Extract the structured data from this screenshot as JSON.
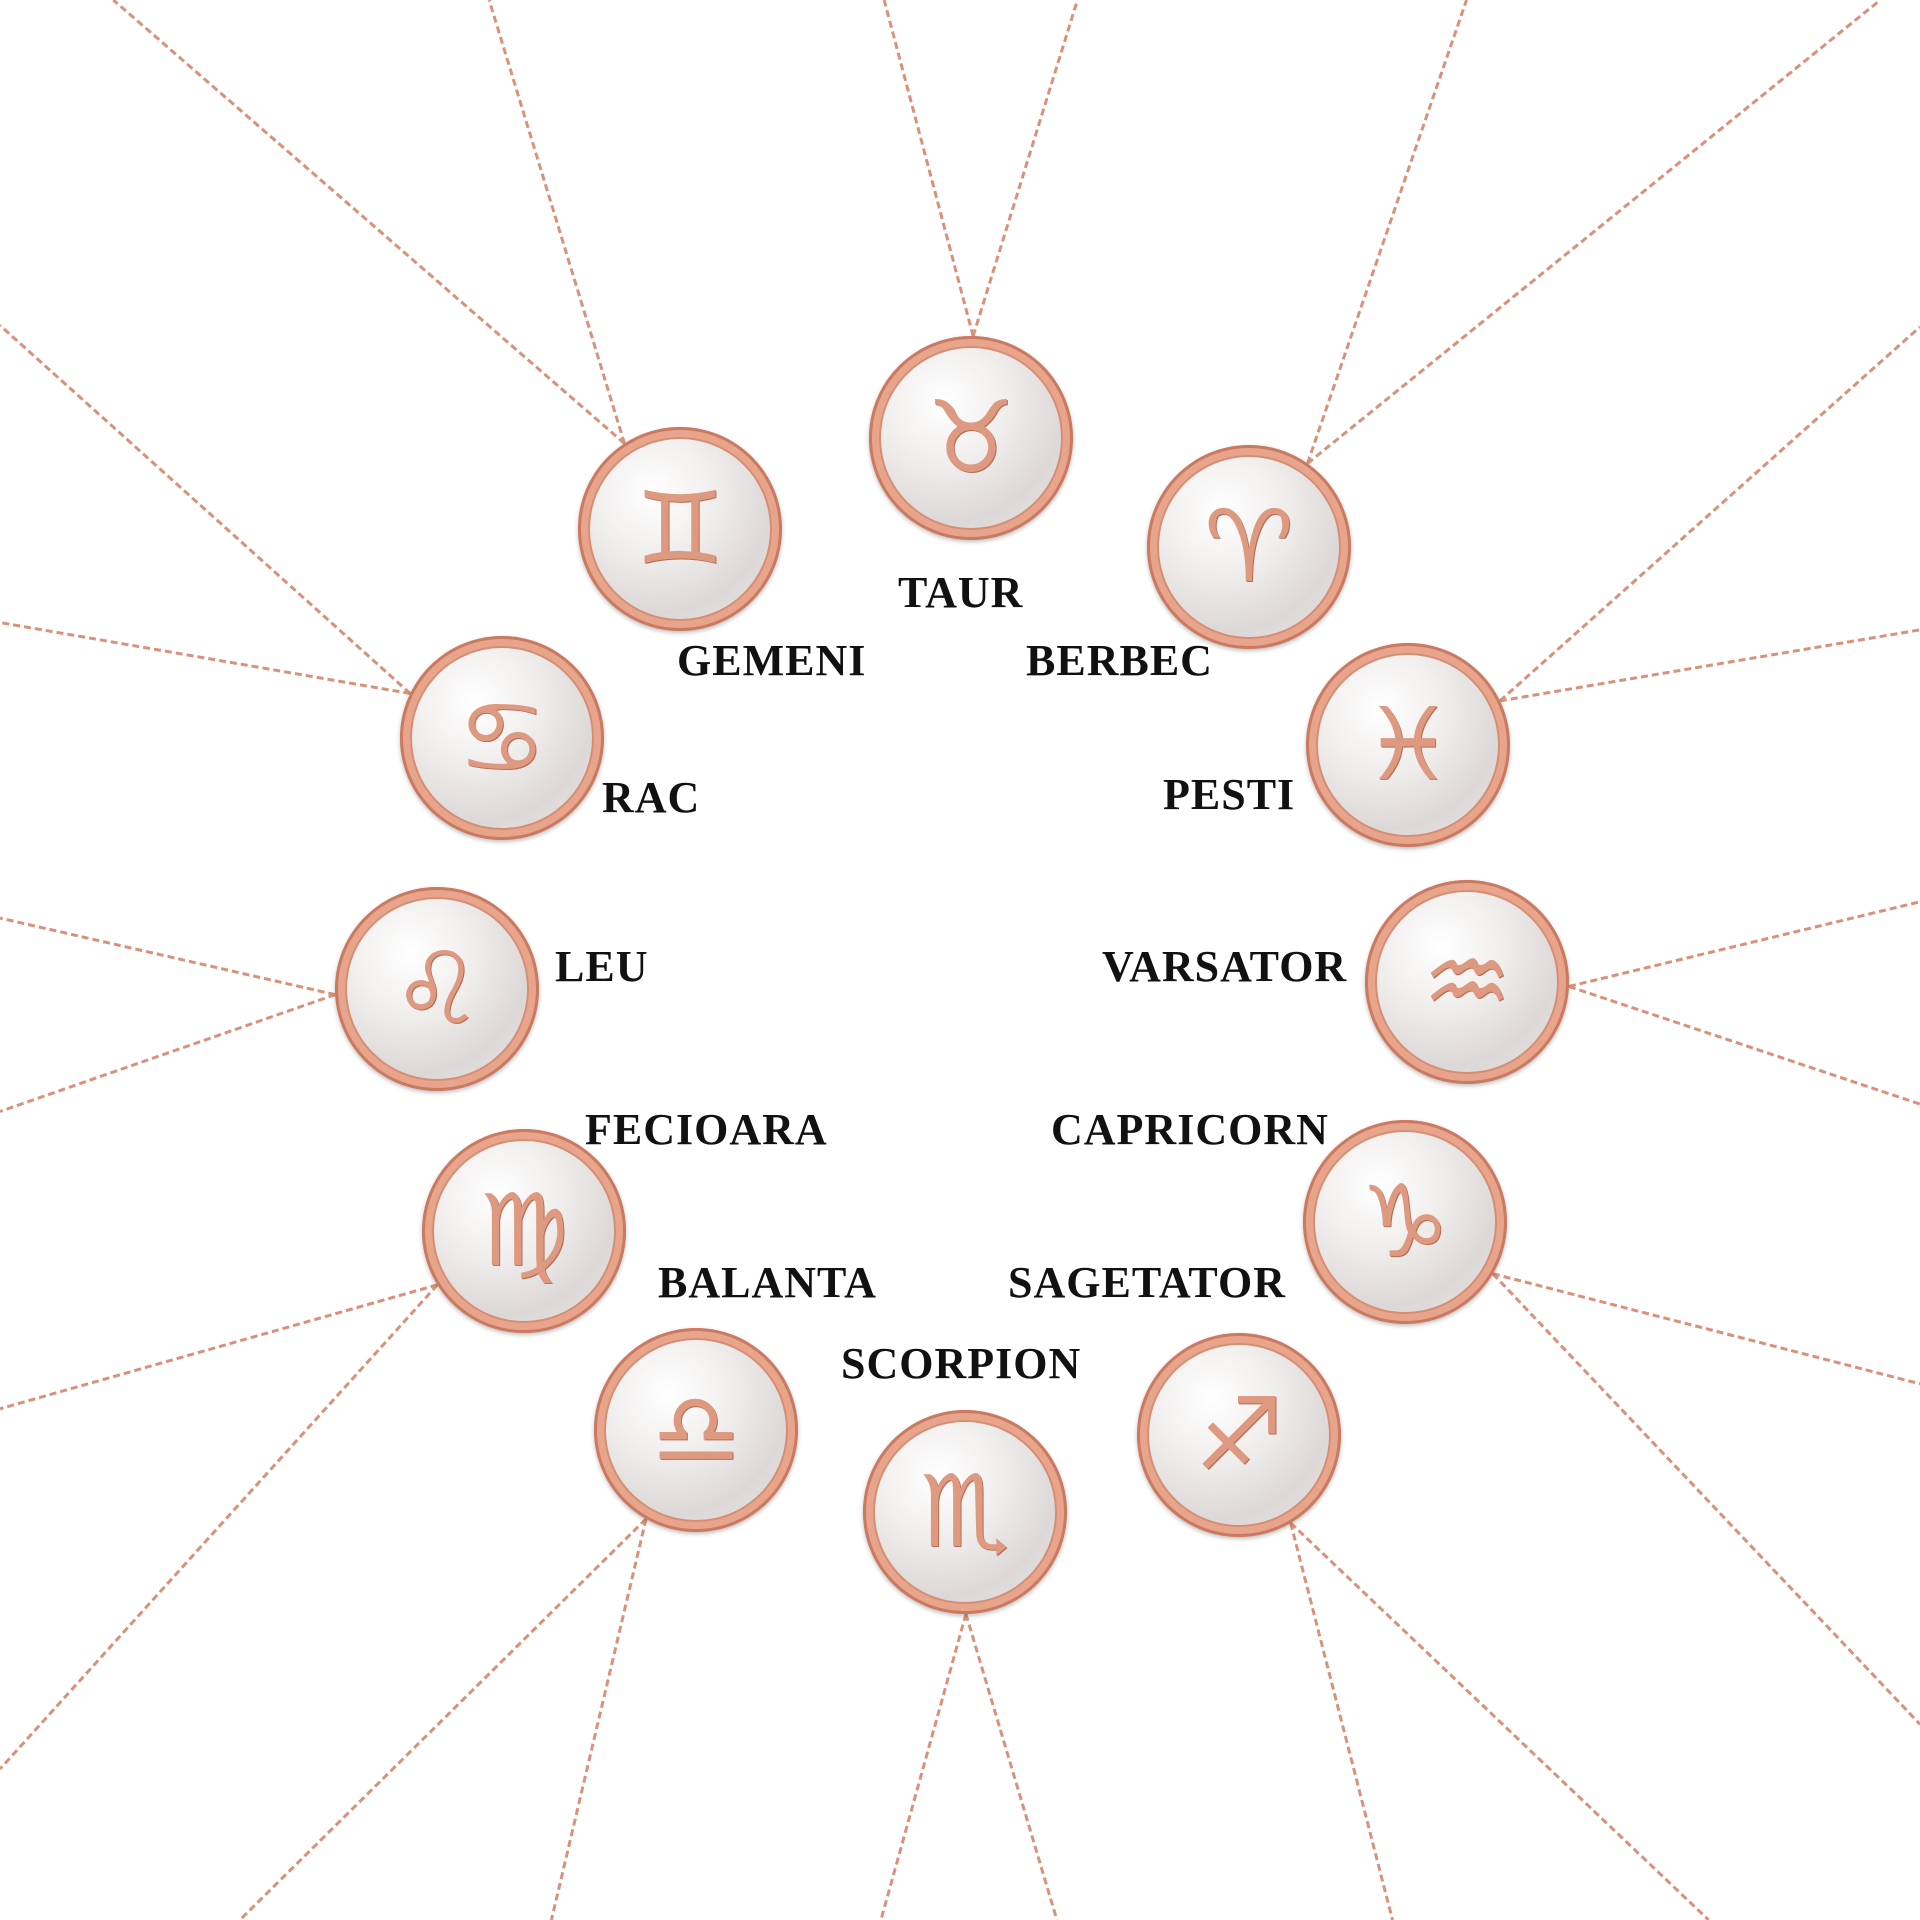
{
  "accent_color": "#d9917a",
  "signs": [
    {
      "label": "TAUR",
      "glyph": "♉"
    },
    {
      "label": "GEMENI",
      "glyph": "♊"
    },
    {
      "label": "BERBEC",
      "glyph": "♈"
    },
    {
      "label": "RAC",
      "glyph": "♋"
    },
    {
      "label": "PESTI",
      "glyph": "♓"
    },
    {
      "label": "LEU",
      "glyph": "♌"
    },
    {
      "label": "VARSATOR",
      "glyph": "♒"
    },
    {
      "label": "FECIOARA",
      "glyph": "♍"
    },
    {
      "label": "CAPRICORN",
      "glyph": "♑"
    },
    {
      "label": "BALANTA",
      "glyph": "♎"
    },
    {
      "label": "SAGETATOR",
      "glyph": "♐"
    },
    {
      "label": "SCORPION",
      "glyph": "♏"
    }
  ]
}
